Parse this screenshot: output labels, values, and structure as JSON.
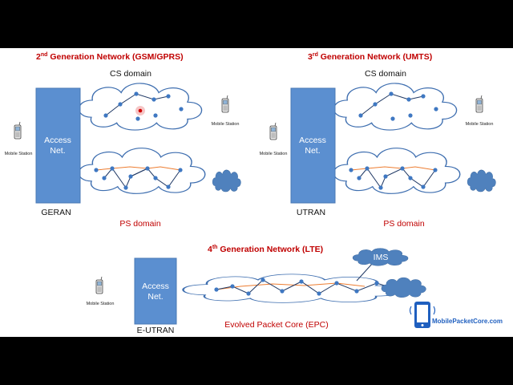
{
  "sections": {
    "gen2": {
      "title_ordinal": "2",
      "title_suffix": "nd",
      "title_rest": " Generation Network (GSM/GPRS)",
      "cs_domain": "CS domain",
      "ps_domain": "PS domain",
      "access_line1": "Access",
      "access_line2": "Net.",
      "access_name": "GERAN",
      "ms_left": "Mobile Station",
      "ms_right": "Mobile Station"
    },
    "gen3": {
      "title_ordinal": "3",
      "title_suffix": "rd",
      "title_rest": " Generation Network (UMTS)",
      "cs_domain": "CS domain",
      "ps_domain": "PS domain",
      "access_line1": "Access",
      "access_line2": "Net.",
      "access_name": "UTRAN",
      "ms_left": "Mobile Station",
      "ms_right": "Mobile Station"
    },
    "gen4": {
      "title_ordinal": "4",
      "title_suffix": "th",
      "title_rest": " Generation Network (LTE)",
      "core_label": "Evolved Packet Core (EPC)",
      "ims_label": "IMS",
      "access_line1": "Access",
      "access_line2": "Net.",
      "access_name": "E-UTRAN",
      "ms_left": "Mobile Station"
    }
  },
  "brand": "MobilePacketCore.com",
  "colors": {
    "title_red": "#c00000",
    "access_box": "#5b8fd0",
    "node_blue": "#3f78c2",
    "orange_link": "#ed7d31",
    "brand_blue": "#1f5fbf"
  }
}
